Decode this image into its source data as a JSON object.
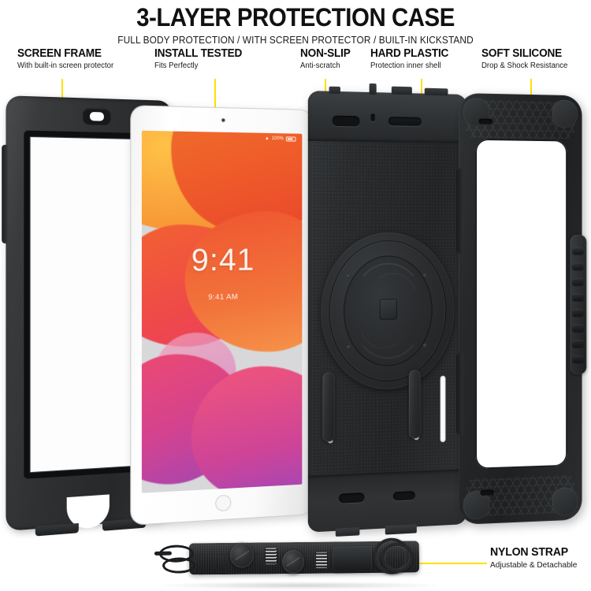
{
  "header": {
    "title": "3-LAYER PROTECTION CASE",
    "subtitle": "FULL BODY PROTECTION / WITH SCREEN PROTECTOR / BUILT-IN KICKSTAND"
  },
  "callouts": [
    {
      "id": "screen-frame",
      "title": "SCREEN FRAME",
      "subtitle": "With built-in screen protector"
    },
    {
      "id": "install-tested",
      "title": "INSTALL TESTED",
      "subtitle": "Fits Perfectly"
    },
    {
      "id": "non-slip",
      "title": "NON-SLIP",
      "subtitle": "Anti-scratch"
    },
    {
      "id": "hard-plastic",
      "title": "HARD PLASTIC",
      "subtitle": "Protection inner shell"
    },
    {
      "id": "soft-silicone",
      "title": "SOFT SILICONE",
      "subtitle": "Drop & Shock Resistance"
    },
    {
      "id": "nylon-strap",
      "title": "NYLON STRAP",
      "subtitle": "Adjustable & Detachable"
    }
  ],
  "tablet_screen": {
    "clock": "9:41",
    "date": "9:41 AM",
    "wallpaper": "ios13-orange-pink-purple-blobs"
  },
  "colors": {
    "accent_yellow": "#FFE000",
    "case_black": "#26282A",
    "background": "#FFFFFF",
    "text": "#111111"
  }
}
